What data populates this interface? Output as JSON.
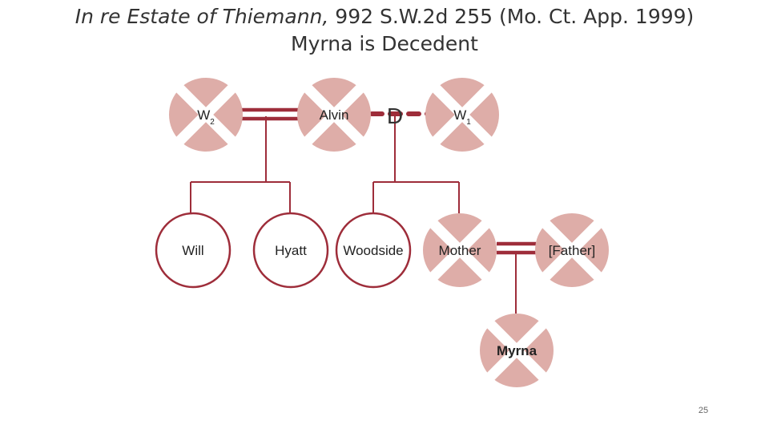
{
  "title": {
    "case_name": "In re Estate of Thiemann,",
    "citation": "992 S.W.2d 255 (Mo. Ct. App. 1999)",
    "subtitle": "Myrna is Decedent"
  },
  "colors": {
    "deceased_fill": "#deada8",
    "cross": "#ffffff",
    "line": "#9e2d3a",
    "living_stroke": "#9e2d3a",
    "living_fill": "#ffffff"
  },
  "people": {
    "w2": {
      "label": "W",
      "sub": "2",
      "status": "deceased"
    },
    "alvin": {
      "label": "Alvin",
      "status": "deceased"
    },
    "w1": {
      "label": "W",
      "sub": "1",
      "status": "deceased"
    },
    "will": {
      "label": "Will",
      "status": "living"
    },
    "hyatt": {
      "label": "Hyatt",
      "status": "living"
    },
    "woodside": {
      "label": "Woodside",
      "status": "living"
    },
    "mother": {
      "label": "Mother",
      "status": "deceased"
    },
    "father": {
      "label": "[Father]",
      "status": "deceased"
    },
    "myrna": {
      "label": "Myrna",
      "status": "deceased",
      "decedent": true
    }
  },
  "divorce_marker": "D",
  "slide_number": "25"
}
